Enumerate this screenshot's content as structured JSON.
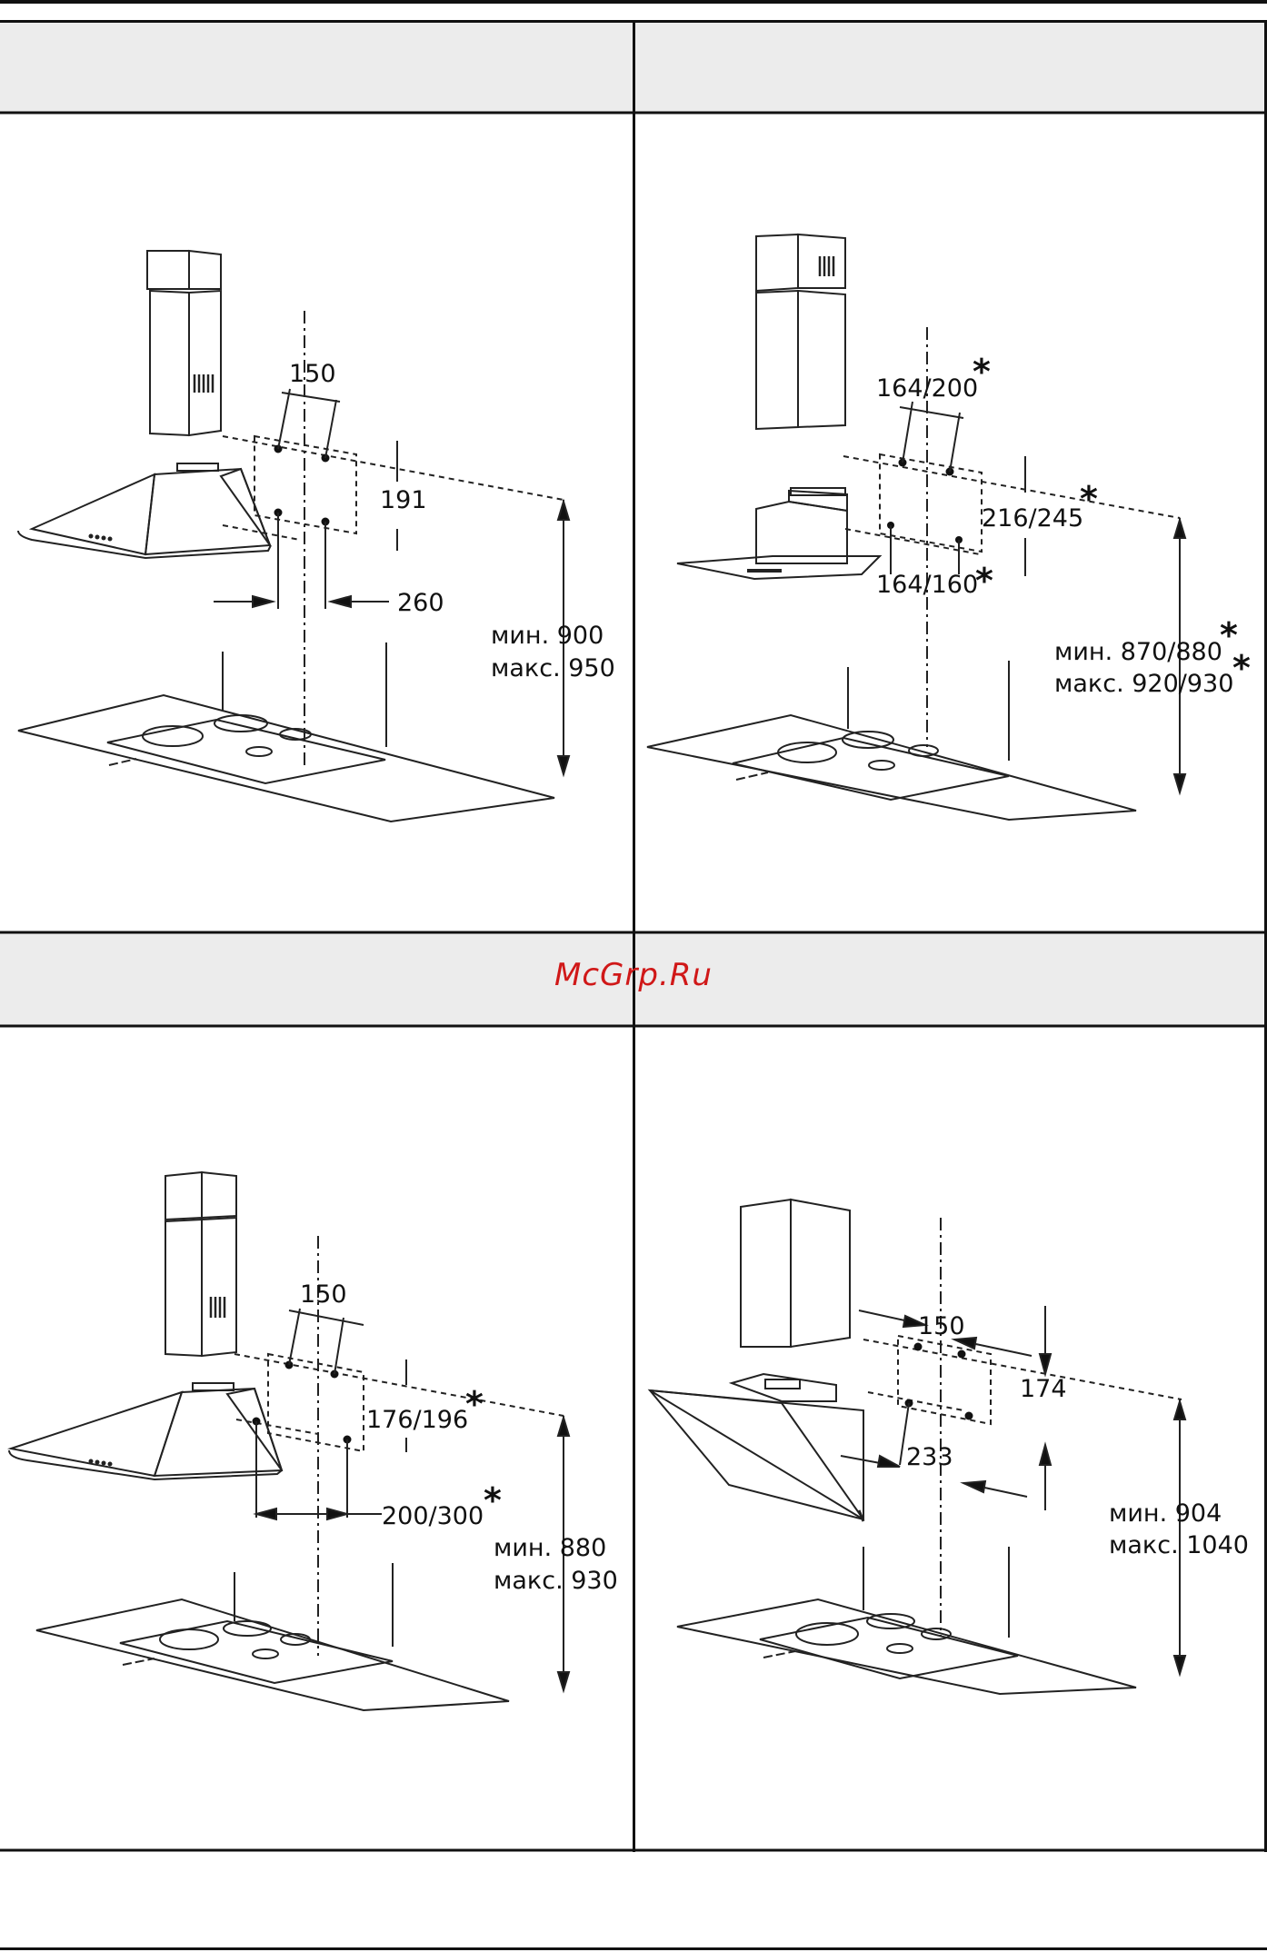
{
  "watermark": "McGrp.Ru",
  "panels": [
    {
      "name": "chimney-hood-classic",
      "labels": {
        "hole_spacing": "150",
        "vertical_spacing": "191",
        "side_offset": "260",
        "min_height": "мин. 900",
        "max_height": "макс. 950"
      }
    },
    {
      "name": "glass-box-hood",
      "labels": {
        "hole_spacing": "164/200",
        "vertical_spacing": "216/245",
        "lower_spacing": "164/160",
        "min_height": "мин. 870/880",
        "max_height": "макс. 920/930"
      }
    },
    {
      "name": "chimney-hood-wide",
      "labels": {
        "hole_spacing": "150",
        "vertical_spacing": "176/196",
        "side_offset": "200/300",
        "min_height": "мин. 880",
        "max_height": "макс. 930"
      }
    },
    {
      "name": "inclined-hood",
      "labels": {
        "hole_spacing": "150",
        "vertical_spacing": "174",
        "lower_spacing": "233",
        "min_height": "мин. 904",
        "max_height": "макс. 1040"
      }
    }
  ],
  "footnote_marker": "*",
  "colors": {
    "frame": "#111111",
    "header_fill": "#ececec",
    "watermark": "#d01818"
  }
}
